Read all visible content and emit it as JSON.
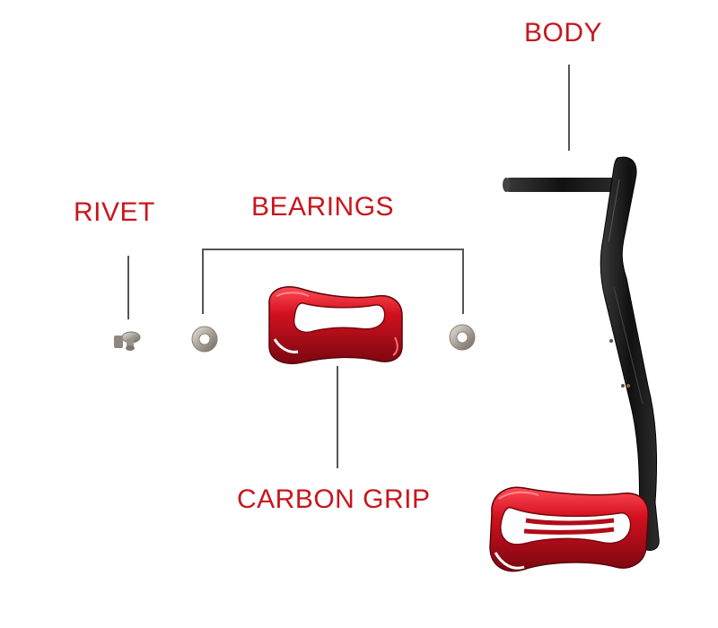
{
  "labels": {
    "body": "BODY",
    "rivet": "RIVET",
    "bearings": "BEARINGS",
    "carbon_grip": "CARBON GRIP"
  },
  "colors": {
    "label": "#c8161d",
    "leader_line": "#555555",
    "grip_red": "#c0101c",
    "body_black": "#1a1a1a",
    "bearing_metal": "#b9b3aa"
  }
}
